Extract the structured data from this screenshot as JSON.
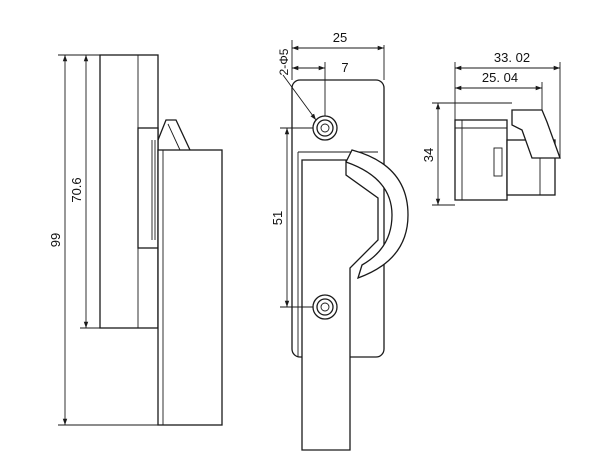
{
  "dimensions": {
    "side_total_height": "99",
    "side_plate_height": "70.6",
    "front_width": "25",
    "front_hole_offset": "7",
    "front_hole_spec": "2-Φ5",
    "front_hole_spacing": "51",
    "top_overall_width": "33. 02",
    "top_body_width": "25. 04",
    "top_height": "34"
  },
  "colors": {
    "line": "#1a1a1a",
    "background": "#ffffff"
  }
}
